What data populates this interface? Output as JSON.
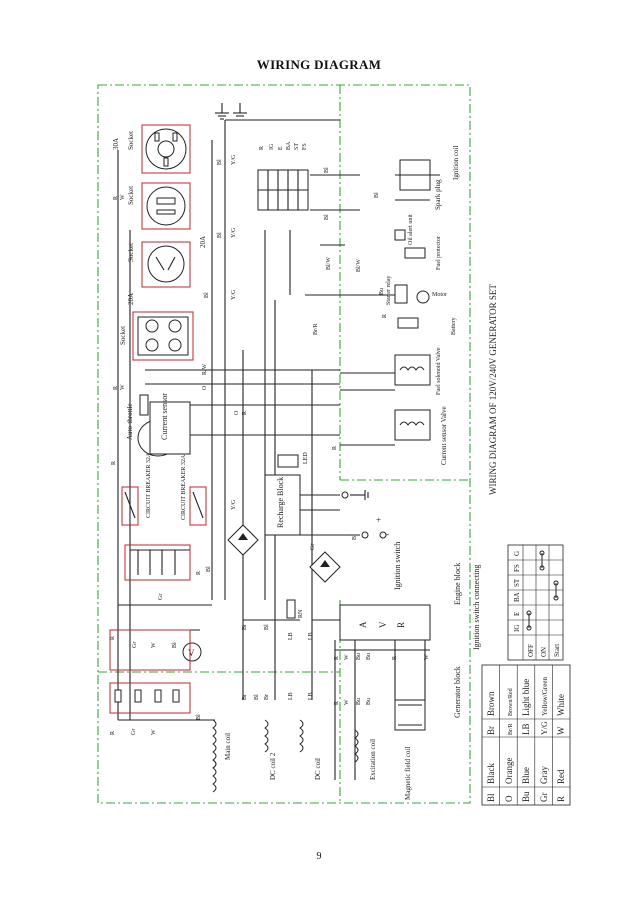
{
  "title": "WIRING DIAGRAM",
  "page_number": "9",
  "vertical_titles": {
    "main": "WIRING DIAGRAM OF 120V/240V GENERATOR SET",
    "ignition_connecting": "Ignition switch connecting",
    "engine_block": "Engine block",
    "generator_block": "Generator block",
    "ignition_switch": "Ignition switch"
  },
  "components": {
    "socket_1": "Socket",
    "socket_1_rating": "30A",
    "socket_2": "Socket",
    "socket_3": "Socket",
    "socket_3_rating": "20A",
    "socket_4": "Socket",
    "socket_4_rating": "20A",
    "auto_throttle": "Auto-throttle",
    "current_sensor": "Current sensor",
    "circuit_breaker": "CIRCUIT BREAKER 32A",
    "circuit_breaker_2": "CIRCUIT BREAKER 32A",
    "recharge_block": "Recharge Block",
    "led": "LED",
    "main_coil": "Main coil",
    "dc_coil_2": "DC coil 2",
    "dc_coil": "DC coil",
    "excitation_coil": "Excitation coil",
    "magnetic_field_coil": "Magnetic field coil",
    "spark_plug": "Spark plug",
    "ignition_coil": "Ignition coil",
    "oil_alert_unit": "Oil alert unit",
    "fuel_protector": "Fuel protector",
    "starter_relay": "Starter relay",
    "motor": "Motor",
    "battery": "Battery",
    "fuel_solenoid_valve": "Fuel solenoid Valve",
    "current_sensor_valve": "Current sensor Valve",
    "avr_a": "A",
    "avr_v": "V",
    "avr_r": "R",
    "voltmeter": "V",
    "resistor": "RN",
    "plus_terminal": "+",
    "minus_terminal": "-"
  },
  "switch_table": {
    "headers": [
      "IG",
      "E",
      "BA",
      "ST",
      "FS",
      "G"
    ],
    "rows": [
      "OFF",
      "ON",
      "Start"
    ]
  },
  "color_legend": [
    {
      "code": "Bl",
      "name": "Black"
    },
    {
      "code": "Br",
      "name": "Brown"
    },
    {
      "code": "O",
      "name": "Orange"
    },
    {
      "code": "Br/R",
      "name": "Brown/Red"
    },
    {
      "code": "Bu",
      "name": "Blue"
    },
    {
      "code": "LB",
      "name": "Light blue"
    },
    {
      "code": "Gr",
      "name": "Gray"
    },
    {
      "code": "Y/G",
      "name": "Yellow/Green"
    },
    {
      "code": "R",
      "name": "Red"
    },
    {
      "code": "W",
      "name": "White"
    }
  ],
  "wire_labels": {
    "r": "R",
    "w": "W",
    "bl": "Bl",
    "yg": "Y/G",
    "gr": "Gr",
    "br": "Br",
    "lb": "LB",
    "bu": "Bu",
    "o": "O",
    "brr": "Br/R",
    "blw": "Bl/W",
    "rw": "R/W",
    "ig": "IG",
    "e": "E",
    "ba": "BA",
    "st": "ST",
    "fs": "FS",
    "g": "G"
  }
}
